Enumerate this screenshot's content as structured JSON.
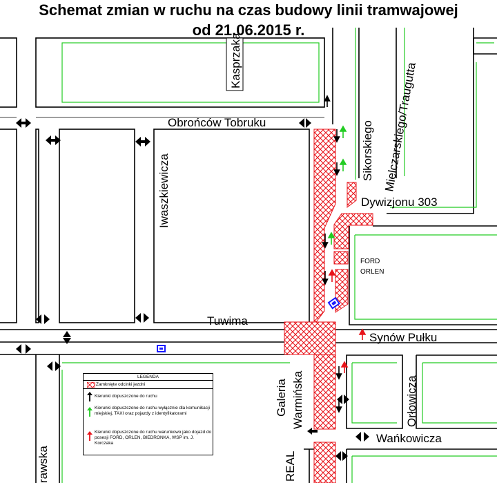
{
  "title": {
    "line1": "Schemat zmian w ruchu na czas budowy linii tramwajowej",
    "line2": "od 21.06.2015 r."
  },
  "streets": {
    "kasprzaka": "Kasprzaka",
    "obroncow_tobruku": "Obrońców Tobruku",
    "iwaszkiewicza": "Iwaszkiewicza",
    "sikorskiego": "Sikorskiego",
    "mielczarskiego": "Mielczarskiego/Traugutta",
    "dywizjonu": "Dywizjonu 303",
    "tuwima": "Tuwima",
    "synow_pulku": "Synów Pułku",
    "warminska": "Warmińska",
    "galeria": "Galeria",
    "orlowicza": "Orłowicza",
    "wankowicza": "Wańkowicza",
    "real": "REAL",
    "bottom_left": "rawska"
  },
  "poi": {
    "ford": "FORD",
    "orlen": "ORLEN"
  },
  "legend": {
    "header": "LEGENDA",
    "closed": "Zamknięte odcinki jezdni",
    "black": "Kierunki dopuszczone do ruchu",
    "green": "Kierunki dopuszczone do ruchu wyłącznie dla komunikacji miejskiej, TAXI oraz pojazdy z identyfikatorami",
    "red": "Kierunki dopuszczone do ruchu warunkowo jako dojazd do posesji FORD, ORLEN, BIEDRONKA, WSP im. J. Korczaka"
  },
  "colors": {
    "closed": "#e8141b",
    "green": "#22cc22",
    "red": "#e8141b",
    "black": "#000000",
    "bus_stop": "#1a1aff"
  }
}
